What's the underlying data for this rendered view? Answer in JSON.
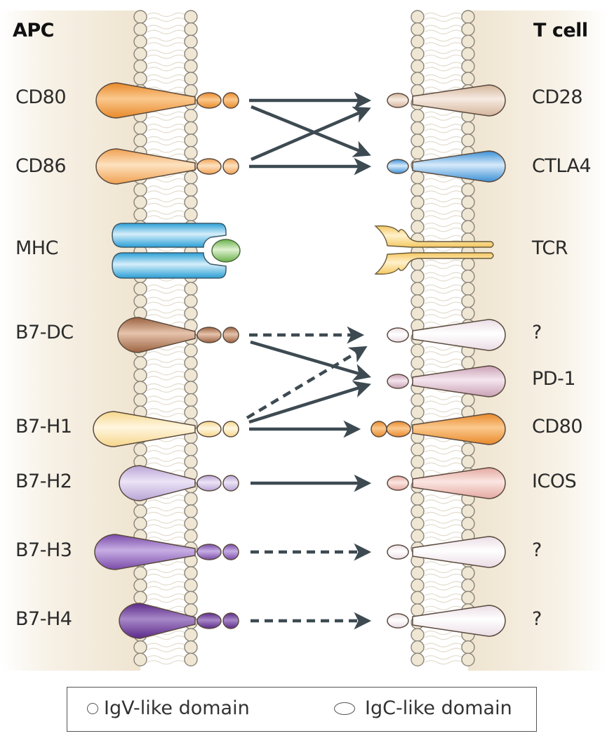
{
  "headers": {
    "left": "APC",
    "right": "T cell"
  },
  "apc_molecules": [
    {
      "label": "CD80",
      "color": "#e8892a",
      "light": "#fbc98e"
    },
    {
      "label": "CD86",
      "color": "#f0a050",
      "light": "#fde2c0"
    },
    {
      "label": "MHC",
      "color": "#2a9fd6",
      "light": "#d5eefa"
    },
    {
      "label": "B7-DC",
      "color": "#9b6240",
      "light": "#e6c3ac"
    },
    {
      "label": "B7-H1",
      "color": "#f6d68a",
      "light": "#fff6e0"
    },
    {
      "label": "B7-H2",
      "color": "#b8a4d6",
      "light": "#ece4f6"
    },
    {
      "label": "B7-H3",
      "color": "#7a4aa8",
      "light": "#c7aee4"
    },
    {
      "label": "B7-H4",
      "color": "#5b2a8a",
      "light": "#a888c8"
    }
  ],
  "tcell_molecules": [
    {
      "label": "CD28",
      "color": "#d4b49a",
      "light": "#f6ebe2"
    },
    {
      "label": "CTLA4",
      "color": "#3a8fd6",
      "light": "#d6eafa"
    },
    {
      "label": "TCR",
      "color": "#f5c860",
      "light": "#fff1cc"
    },
    {
      "label": "?",
      "color": "#eadce4",
      "light": "#ffffff"
    },
    {
      "label": "PD-1",
      "color": "#c9a0b4",
      "light": "#f4e6ee"
    },
    {
      "label": "CD80",
      "color": "#e8892a",
      "light": "#fbc98e"
    },
    {
      "label": "ICOS",
      "color": "#e4a8a0",
      "light": "#fbe6e2"
    },
    {
      "label": "?",
      "color": "#eadce4",
      "light": "#ffffff"
    },
    {
      "label": "?",
      "color": "#eadce4",
      "light": "#ffffff"
    }
  ],
  "interactions": [
    {
      "from": "CD80",
      "to": "CD28",
      "style": "solid"
    },
    {
      "from": "CD80",
      "to": "CTLA4",
      "style": "solid"
    },
    {
      "from": "CD86",
      "to": "CD28",
      "style": "solid"
    },
    {
      "from": "CD86",
      "to": "CTLA4",
      "style": "solid"
    },
    {
      "from": "B7-DC",
      "to": "?",
      "style": "dashed"
    },
    {
      "from": "B7-DC",
      "to": "PD-1",
      "style": "solid"
    },
    {
      "from": "B7-H1",
      "to": "?",
      "style": "dashed"
    },
    {
      "from": "B7-H1",
      "to": "PD-1",
      "style": "solid"
    },
    {
      "from": "B7-H1",
      "to": "CD80",
      "style": "solid"
    },
    {
      "from": "B7-H2",
      "to": "ICOS",
      "style": "solid"
    },
    {
      "from": "B7-H3",
      "to": "?",
      "style": "dashed"
    },
    {
      "from": "B7-H4",
      "to": "?",
      "style": "dashed"
    }
  ],
  "colors": {
    "arrow": "#3d4a52",
    "membrane_head": "#efe6d4",
    "membrane_stroke": "#8a8478",
    "cytoplasm": "#f1e7d6"
  },
  "legend": {
    "igv_label": "IgV-like domain",
    "igc_label": "IgC-like domain"
  }
}
